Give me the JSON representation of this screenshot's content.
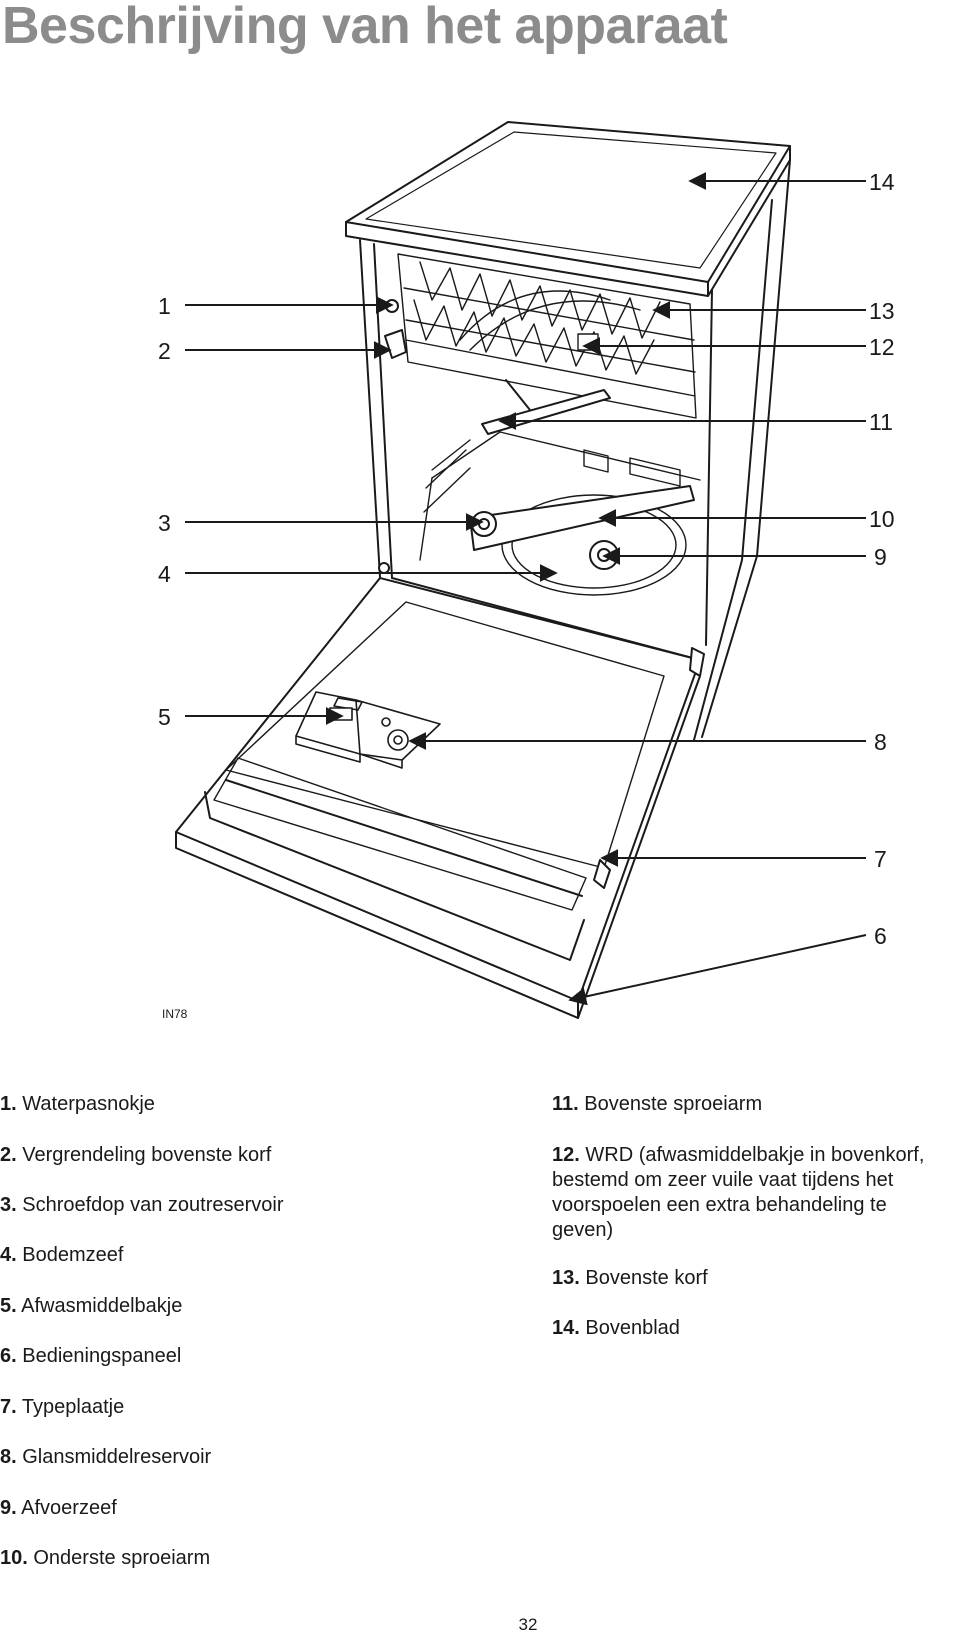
{
  "title": "Beschrijving van het apparaat",
  "figure": {
    "code": "IN78",
    "callouts": [
      "1",
      "2",
      "3",
      "4",
      "5",
      "6",
      "7",
      "8",
      "9",
      "10",
      "11",
      "12",
      "13",
      "14"
    ]
  },
  "legend": {
    "left": [
      {
        "num": "1.",
        "text": "Waterpasnokje"
      },
      {
        "num": "2.",
        "text": "Vergrendeling bovenste korf"
      },
      {
        "num": "3.",
        "text": "Schroefdop van zoutreservoir"
      },
      {
        "num": "4.",
        "text": "Bodemzeef"
      },
      {
        "num": "5.",
        "text": "Afwasmiddelbakje"
      },
      {
        "num": "6.",
        "text": "Bedieningspaneel"
      },
      {
        "num": "7.",
        "text": "Typeplaatje"
      },
      {
        "num": "8.",
        "text": "Glansmiddelreservoir"
      },
      {
        "num": "9.",
        "text": "Afvoerzeef"
      },
      {
        "num": "10.",
        "text": "Onderste sproeiarm"
      }
    ],
    "right": [
      {
        "num": "11.",
        "text": "Bovenste sproeiarm"
      },
      {
        "num": "12.",
        "text": "WRD (afwasmiddelbakje in bovenkorf, bestemd om zeer vuile vaat tijdens het voorspoelen een extra behandeling te geven)"
      },
      {
        "num": "13.",
        "text": "Bovenste korf"
      },
      {
        "num": "14.",
        "text": "Bovenblad"
      }
    ]
  },
  "page_number": "32"
}
